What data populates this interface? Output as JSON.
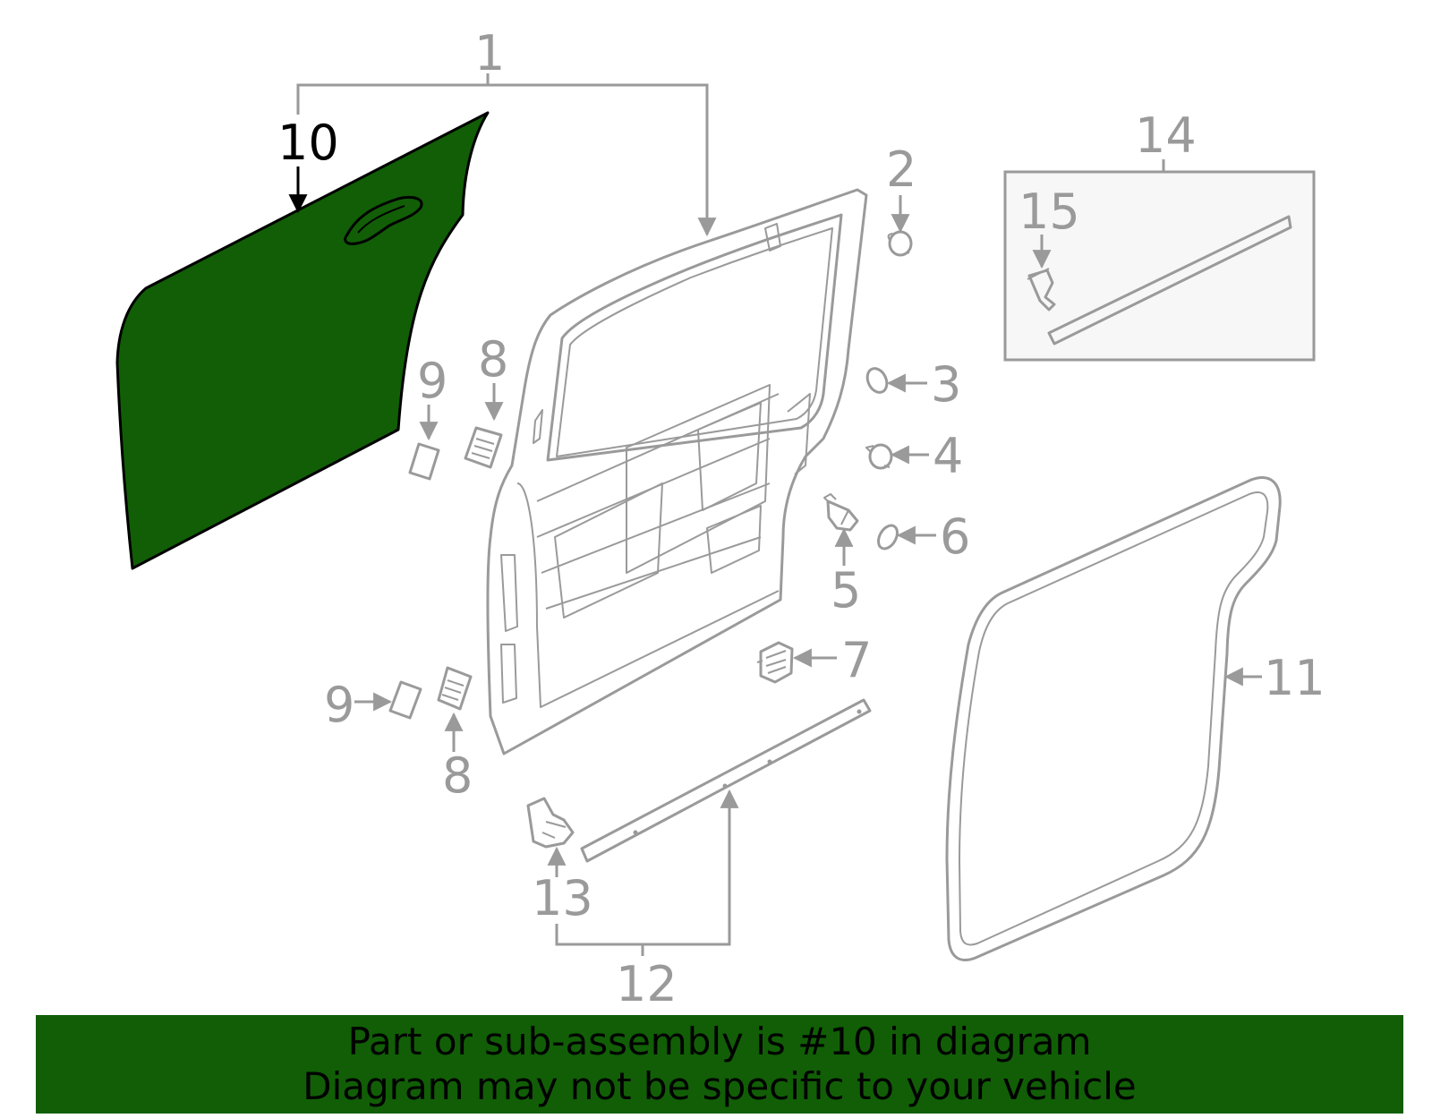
{
  "colors": {
    "highlight": "#115e06",
    "line": "#9a9a9a",
    "box_fill": "#f7f7f7"
  },
  "callouts": {
    "c1": "1",
    "c2": "2",
    "c3": "3",
    "c4": "4",
    "c5": "5",
    "c6": "6",
    "c7": "7",
    "c8a": "8",
    "c8b": "8",
    "c9a": "9",
    "c9b": "9",
    "c10": "10",
    "c11": "11",
    "c12": "12",
    "c13": "13",
    "c14": "14",
    "c15": "15"
  },
  "footer": {
    "line1": "Part or sub-assembly is #10 in diagram",
    "line2": "Diagram may not be specific to your vehicle"
  }
}
